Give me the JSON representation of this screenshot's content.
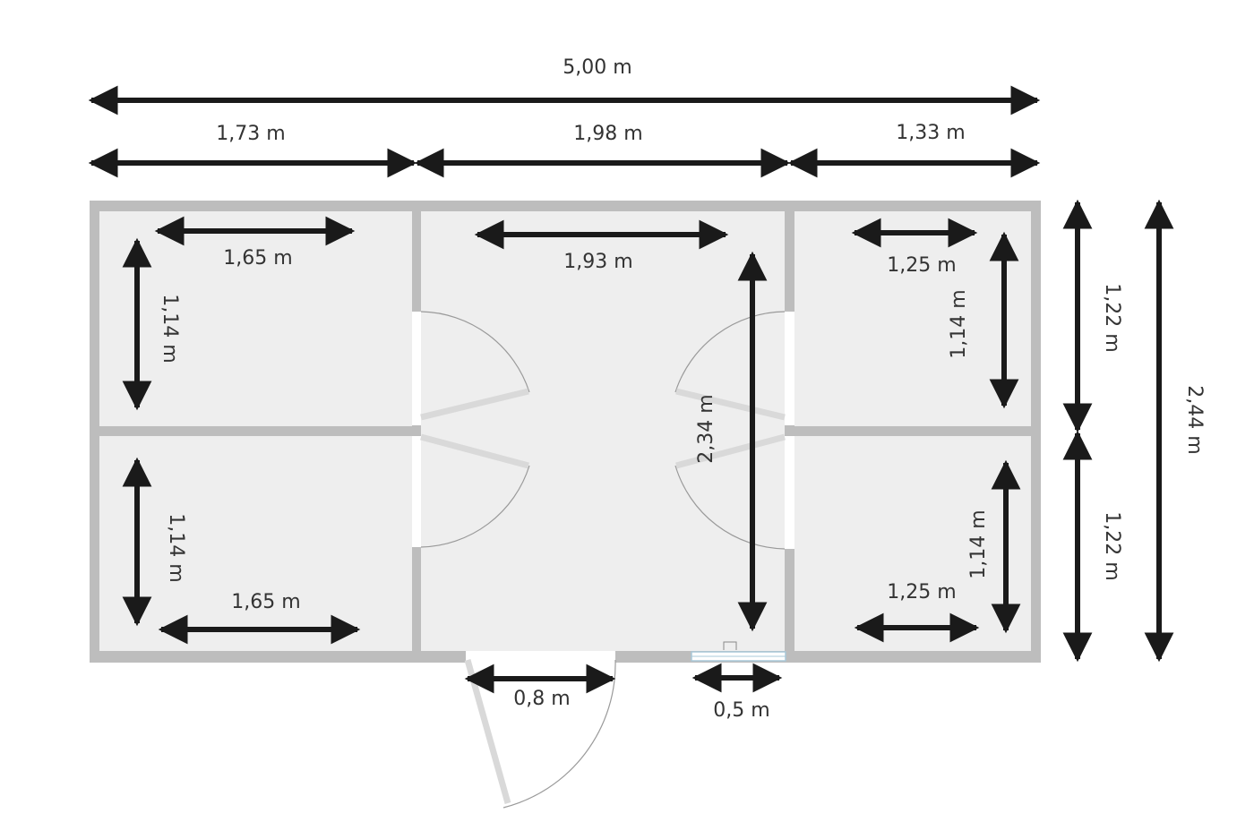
{
  "plan": {
    "overall_width": "5,00 m",
    "overall_depth": "2,44 m",
    "segments_top": [
      "1,73 m",
      "1,98 m",
      "1,33 m"
    ],
    "right_half_heights": [
      "1,22 m",
      "1,22 m"
    ],
    "rooms": {
      "top_left": {
        "width": "1,65 m",
        "height": "1,14 m"
      },
      "bottom_left": {
        "width": "1,65 m",
        "height": "1,14 m"
      },
      "center": {
        "width": "1,93 m",
        "height": "2,34 m"
      },
      "top_right": {
        "width": "1,25 m",
        "height": "1,14 m"
      },
      "bottom_right": {
        "width": "1,25 m",
        "height": "1,14 m"
      }
    },
    "openings": {
      "entrance_door": "0,8 m",
      "window": "0,5 m"
    }
  },
  "colors": {
    "wall": "#bdbdbd",
    "floor": "#eeeeee",
    "arrow": "#1a1a1a",
    "text": "#333333"
  }
}
